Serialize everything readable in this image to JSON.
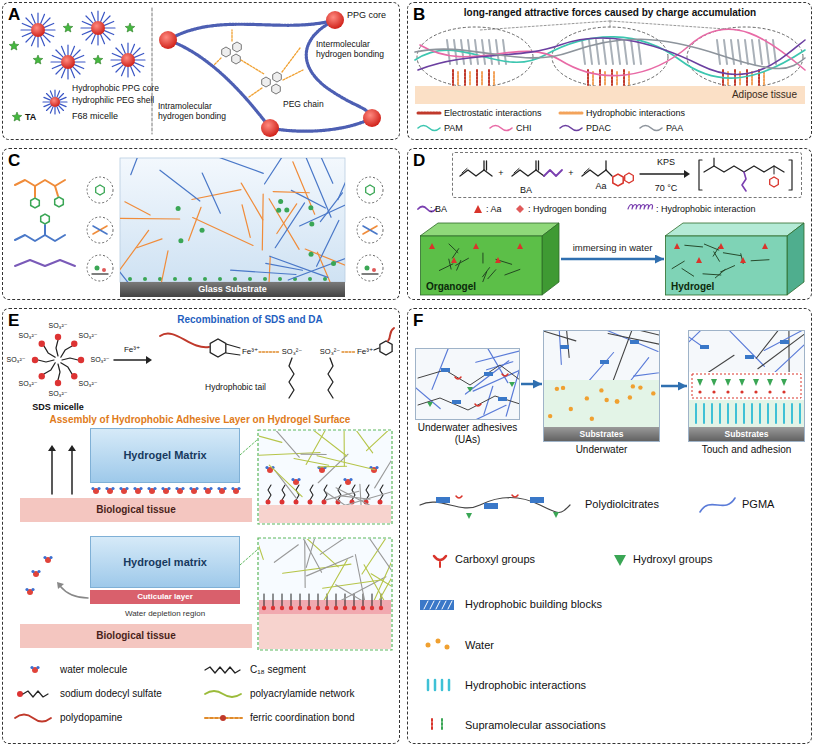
{
  "diagram": {
    "nodes": [
      {
        "text": [
          "A"
        ]
      },
      {
        "text": [
          "B"
        ]
      },
      {
        "text": [
          "Adipose tissue"
        ],
        "in": 1
      },
      {
        "text": [
          "C"
        ]
      },
      {
        "text": [
          "Glass Substrate"
        ],
        "in": 3
      },
      {
        "text": [
          "D"
        ]
      },
      {
        "text": [
          "+",
          "BA",
          "+",
          "Aa",
          "KPS",
          "70 °C"
        ],
        "in": 5
      },
      {
        "text": [
          "Organogel"
        ],
        "in": 5
      },
      {
        "text": [
          "Hydrogel"
        ],
        "in": 5
      },
      {
        "text": [
          "E"
        ]
      },
      {
        "text": [
          "Hydrogel Matrix"
        ],
        "in": 9
      },
      {
        "text": [
          "Biological tissue"
        ],
        "in": 9
      },
      {
        "text": [
          "Hydrogel matrix"
        ],
        "in": 9
      },
      {
        "text": [
          "Cuticular layer"
        ],
        "in": 9
      },
      {
        "text": [
          "Biological tissue"
        ],
        "in": 9
      },
      {
        "text": [
          "F"
        ]
      },
      {
        "text": [
          "Underwater adhesives (UAs)"
        ],
        "in": 15
      },
      {
        "text": [
          "Underwater"
        ],
        "in": 15
      },
      {
        "text": [
          "Substrates"
        ],
        "in": 17
      },
      {
        "text": [
          "Touch and adhesion"
        ],
        "in": 15
      },
      {
        "text": [
          "Substrates"
        ],
        "in": 19
      }
    ],
    "edges": [
      {
        "from": 7,
        "to": 8,
        "arrow": "to",
        "label": "immersing in water"
      },
      {
        "from": 16,
        "to": 17,
        "arrow": "to"
      },
      {
        "from": 17,
        "to": 19,
        "arrow": "to"
      }
    ],
    "labels": [
      "TA",
      "Hydrophobic PPG core",
      "Hydrophilic PEG shell",
      "F68 micelle",
      "PPG core",
      "Intermolecular hydrogen bonding",
      "Intramolecular hydrogen bonding",
      "PEG chain",
      "long-ranged attractive forces caused by charge accumulation",
      "Recombination of SDS and DA",
      "SO₃²⁻",
      "SO₃²⁻",
      "SO₃²⁻",
      "SO₃²⁻",
      "SO₃²⁻",
      "SO₃²⁻",
      "SO₃²⁻",
      "SO₃²⁻",
      "SDS micelle",
      "Fe³⁺",
      "Fe³⁺",
      "SO₃²⁻",
      "SO₃²⁻",
      "Fe³⁺",
      "Hydrophobic tail",
      "Assembly of Hydrophobic Adhesive Layer on Hydrogel Surface",
      "Water depletion region"
    ],
    "legend": [
      {
        "text": "Electrostatic interactions"
      },
      {
        "text": "Hydrophobic interactions"
      },
      {
        "text": "PAM"
      },
      {
        "text": "CHI"
      },
      {
        "text": "PDAC"
      },
      {
        "text": "PAA"
      },
      {
        "text": ": BA"
      },
      {
        "text": ": Aa"
      },
      {
        "text": ": Hydrogen bonding"
      },
      {
        "text": ": Hydrophobic interaction"
      },
      {
        "text": "water molecule"
      },
      {
        "text": "sodium dodecyl sulfate"
      },
      {
        "text": "polydopamine"
      },
      {
        "text": "C₁₈ segment"
      },
      {
        "text": "polyacrylamide network"
      },
      {
        "text": "ferric coordination bond"
      },
      {
        "text": "Polydiolcitrates"
      },
      {
        "text": "PGMA"
      },
      {
        "text": "Carboxyl groups"
      },
      {
        "text": "Hydroxyl groups"
      },
      {
        "text": "Hydrophobic building blocks"
      },
      {
        "text": "Water"
      },
      {
        "text": "Hydrophobic interactions"
      },
      {
        "text": "Supramolecular associations"
      }
    ]
  }
}
